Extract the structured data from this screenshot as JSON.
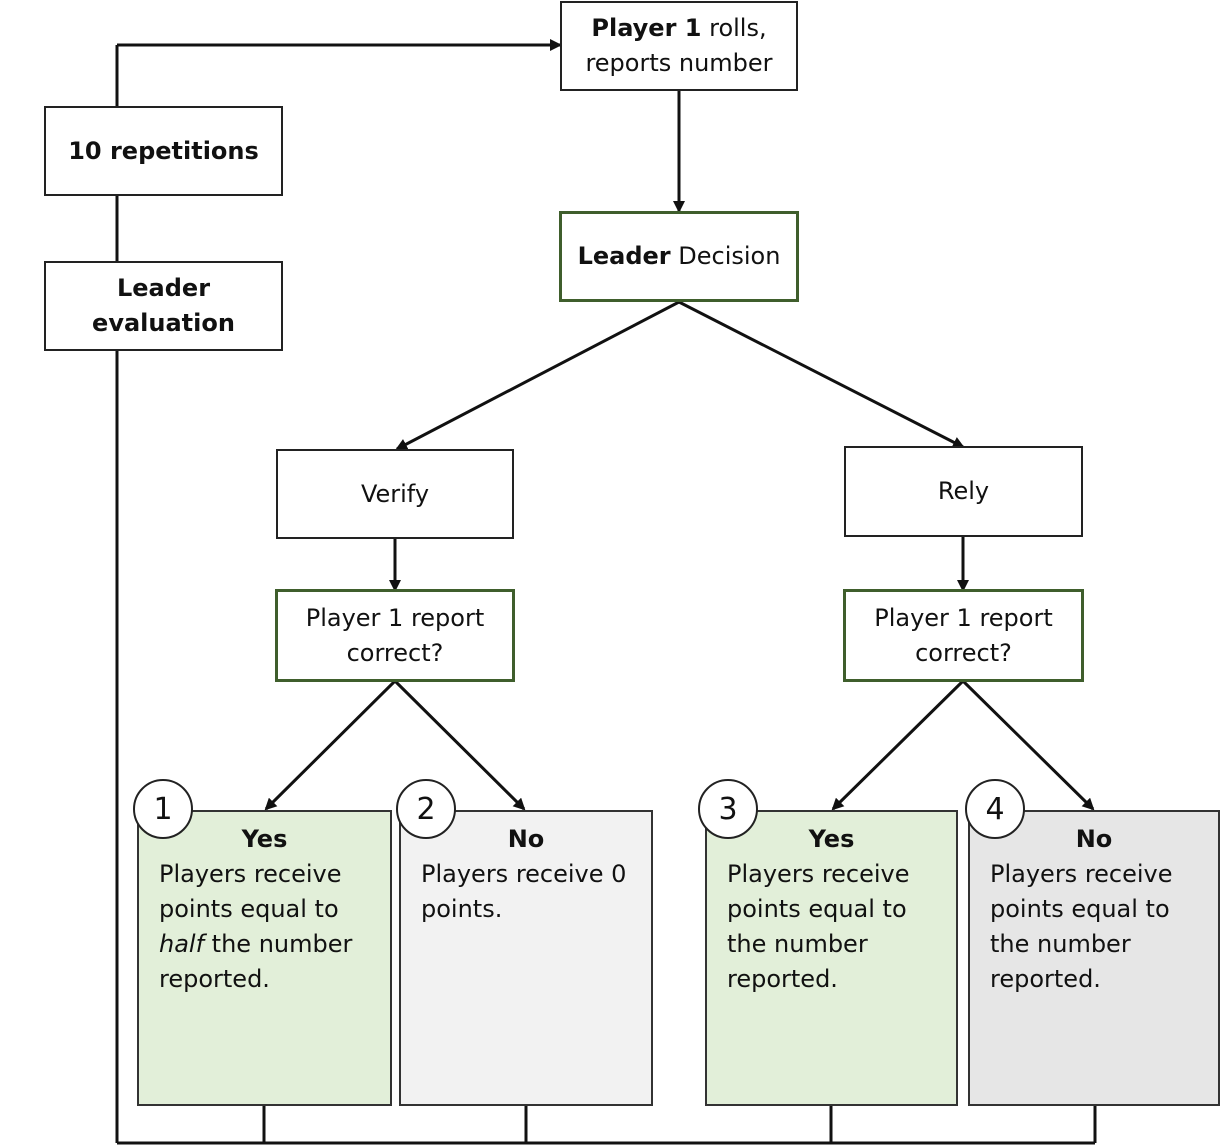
{
  "start": {
    "bold": "Player 1",
    "rest_line1": " rolls,",
    "line2": "reports number"
  },
  "repetitions": "10 repetitions",
  "evaluation": {
    "line1": "Leader",
    "line2": "evaluation"
  },
  "decision": {
    "bold": "Leader",
    "rest": " Decision"
  },
  "verify": "Verify",
  "rely": "Rely",
  "check_left": {
    "line1": "Player 1 report",
    "line2": "correct?"
  },
  "check_right": {
    "line1": "Player 1 report",
    "line2": "correct?"
  },
  "outcomes": [
    {
      "number": "1",
      "head": "Yes",
      "pre": "Players receive points equal to ",
      "emph": "half",
      "post": " the number reported."
    },
    {
      "number": "2",
      "head": "No",
      "pre": "Players receive 0 points.",
      "emph": "",
      "post": ""
    },
    {
      "number": "3",
      "head": "Yes",
      "pre": "Players receive points equal to the number reported.",
      "emph": "",
      "post": ""
    },
    {
      "number": "4",
      "head": "No",
      "pre": "Players receive points equal to the number reported.",
      "emph": "",
      "post": ""
    }
  ],
  "colors": {
    "border_green": "#3f5e2c",
    "fill_green": "#e2efd9",
    "fill_lightgray": "#f2f2f2",
    "fill_gray": "#e6e6e6"
  }
}
